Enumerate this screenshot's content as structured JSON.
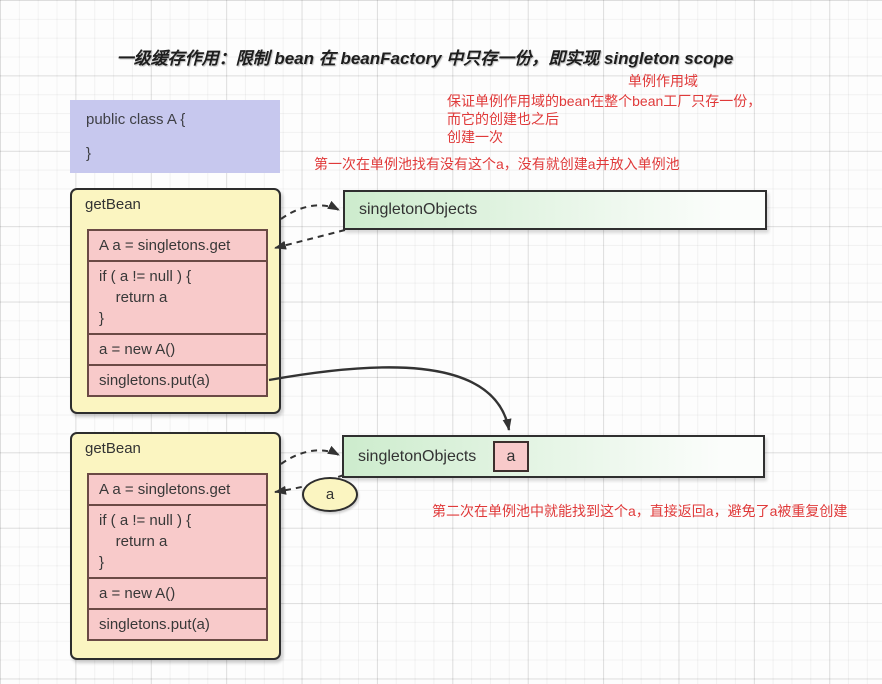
{
  "title": "一级缓存作用：限制 bean 在 beanFactory 中只存一份，即实现 singleton scope",
  "annotations": {
    "scope_label": "单例作用域",
    "scope_desc_line1": "保证单例作用域的bean在整个bean工厂只存一份，而它的创建也之后",
    "scope_desc_line2": "创建一次",
    "first_lookup": "第一次在单例池找有没有这个a，没有就创建a并放入单例池",
    "second_lookup": "第二次在单例池中就能找到这个a，直接返回a，避免了a被重复创建"
  },
  "class_box": {
    "line1": "public class A {",
    "line2": "}"
  },
  "get_bean_1": {
    "label": "getBean",
    "steps": [
      "A a = singletons.get",
      "if ( a != null ) {\n    return a\n}",
      "a = new A()",
      "singletons.put(a)"
    ]
  },
  "get_bean_2": {
    "label": "getBean",
    "steps": [
      "A a = singletons.get",
      "if ( a != null ) {\n    return a\n}",
      "a = new A()",
      "singletons.put(a)"
    ]
  },
  "singleton_objects_1": {
    "label": "singletonObjects"
  },
  "singleton_objects_2": {
    "label": "singletonObjects",
    "entry": "a"
  },
  "bean_ellipse": {
    "label": "a"
  },
  "colors": {
    "red": "#e03a3a",
    "yellow": "#fbf5c1",
    "pink": "#f8caca",
    "pink-border": "#6b4a45",
    "green": "#cdeccd",
    "purple": "#c7c8ee"
  }
}
